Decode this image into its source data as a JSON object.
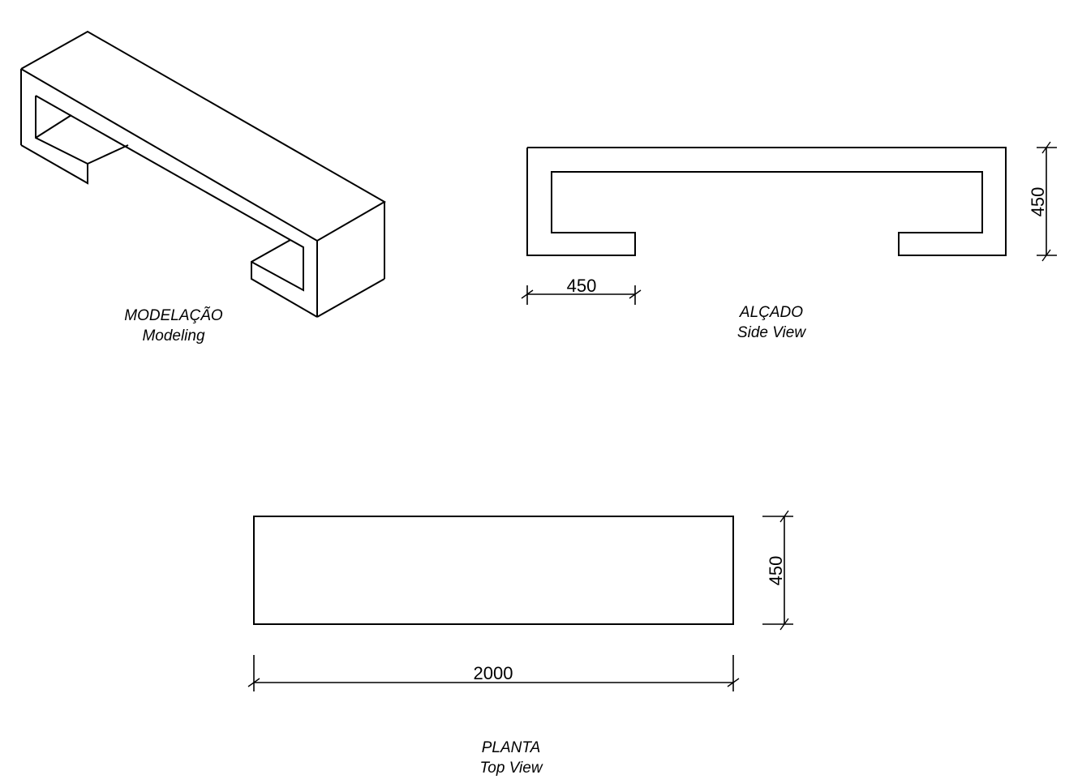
{
  "views": {
    "modeling": {
      "title": "MODELAÇÃO",
      "subtitle": "Modeling"
    },
    "side": {
      "title": "ALÇADO",
      "subtitle": "Side View",
      "dim_width": "450",
      "dim_height": "450"
    },
    "top": {
      "title": "PLANTA",
      "subtitle": "Top View",
      "dim_length": "2000",
      "dim_height": "450"
    }
  }
}
